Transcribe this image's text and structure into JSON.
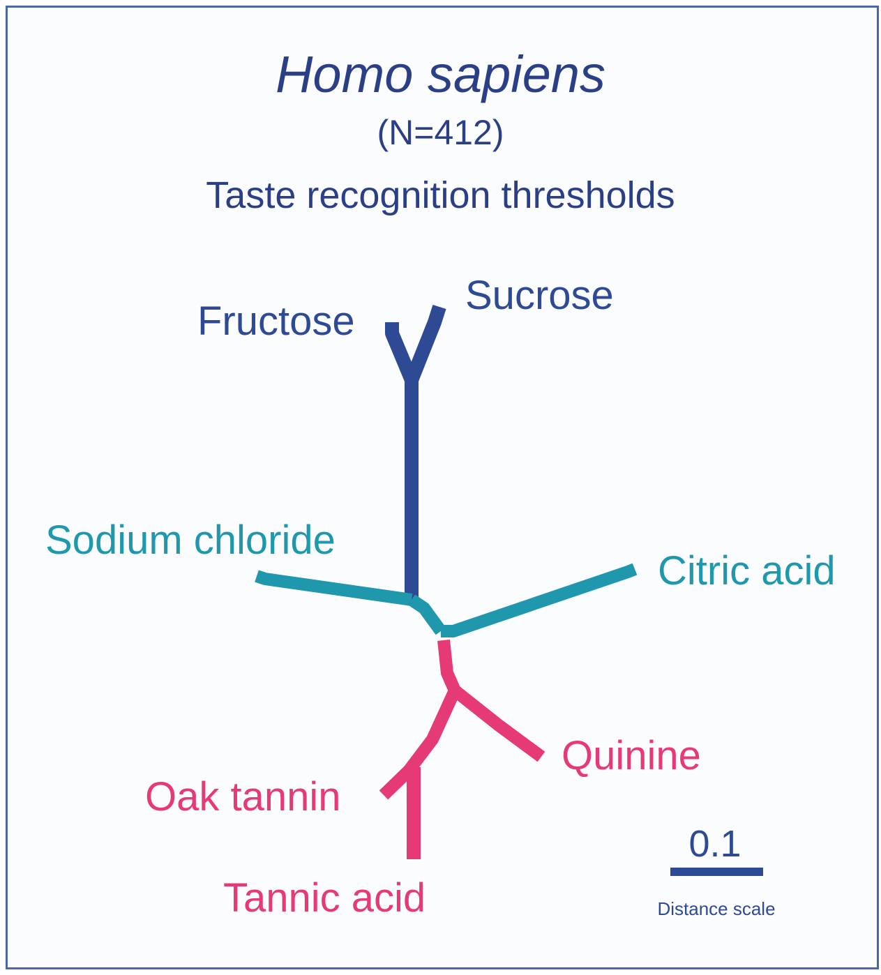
{
  "title": "Homo sapiens",
  "subtitle": "(N=412)",
  "caption": "Taste recognition thresholds",
  "colors": {
    "sweet": "#2e4a94",
    "salty_sour": "#1f97ac",
    "bitter": "#e63a78",
    "text_dark": "#2b3f86",
    "frame": "#4a68a8"
  },
  "leaves": {
    "fructose": "Fructose",
    "sucrose": "Sucrose",
    "sodium_chloride": "Sodium chloride",
    "citric_acid": "Citric acid",
    "quinine": "Quinine",
    "oak_tannin": "Oak tannin",
    "tannic_acid": "Tannic acid"
  },
  "scale": {
    "value": "0.1",
    "label": "Distance scale"
  }
}
